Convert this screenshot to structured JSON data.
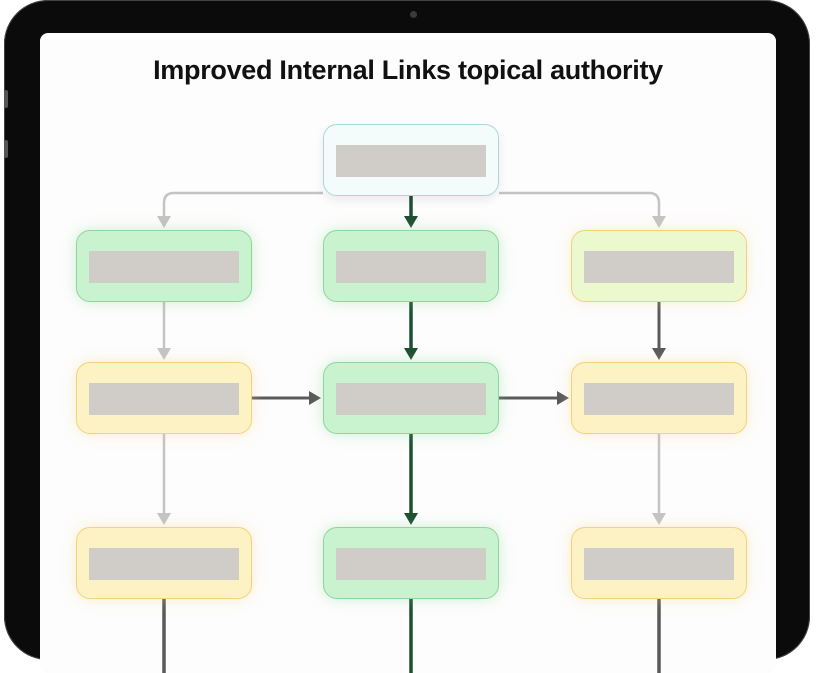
{
  "title": "Improved Internal Links topical authority",
  "nodes": [
    {
      "id": "root",
      "row": 0,
      "col": 1,
      "style": "root",
      "label": ""
    },
    {
      "id": "r1c0",
      "row": 1,
      "col": 0,
      "style": "green",
      "label": ""
    },
    {
      "id": "r1c1",
      "row": 1,
      "col": 1,
      "style": "green",
      "label": ""
    },
    {
      "id": "r1c2",
      "row": 1,
      "col": 2,
      "style": "lime",
      "label": ""
    },
    {
      "id": "r2c0",
      "row": 2,
      "col": 0,
      "style": "yellow",
      "label": ""
    },
    {
      "id": "r2c1",
      "row": 2,
      "col": 1,
      "style": "green",
      "label": ""
    },
    {
      "id": "r2c2",
      "row": 2,
      "col": 2,
      "style": "yellow",
      "label": ""
    },
    {
      "id": "r3c0",
      "row": 3,
      "col": 0,
      "style": "yellow",
      "label": ""
    },
    {
      "id": "r3c1",
      "row": 3,
      "col": 1,
      "style": "green",
      "label": ""
    },
    {
      "id": "r3c2",
      "row": 3,
      "col": 2,
      "style": "yellow",
      "label": ""
    }
  ],
  "edges": [
    {
      "from": "root",
      "to": "r1c0",
      "strength": "weak"
    },
    {
      "from": "root",
      "to": "r1c1",
      "strength": "strong"
    },
    {
      "from": "root",
      "to": "r1c2",
      "strength": "weak"
    },
    {
      "from": "r1c0",
      "to": "r2c0",
      "strength": "weak"
    },
    {
      "from": "r1c1",
      "to": "r2c1",
      "strength": "strong"
    },
    {
      "from": "r1c2",
      "to": "r2c2",
      "strength": "medium"
    },
    {
      "from": "r2c0",
      "to": "r2c1",
      "strength": "medium"
    },
    {
      "from": "r2c1",
      "to": "r2c2",
      "strength": "medium"
    },
    {
      "from": "r2c0",
      "to": "r3c0",
      "strength": "weak"
    },
    {
      "from": "r2c1",
      "to": "r3c1",
      "strength": "strong"
    },
    {
      "from": "r2c2",
      "to": "r3c2",
      "strength": "weak"
    }
  ],
  "colors": {
    "strong": "#1f4f32",
    "medium": "#5a5a5a",
    "weak": "#c4c4c4"
  }
}
